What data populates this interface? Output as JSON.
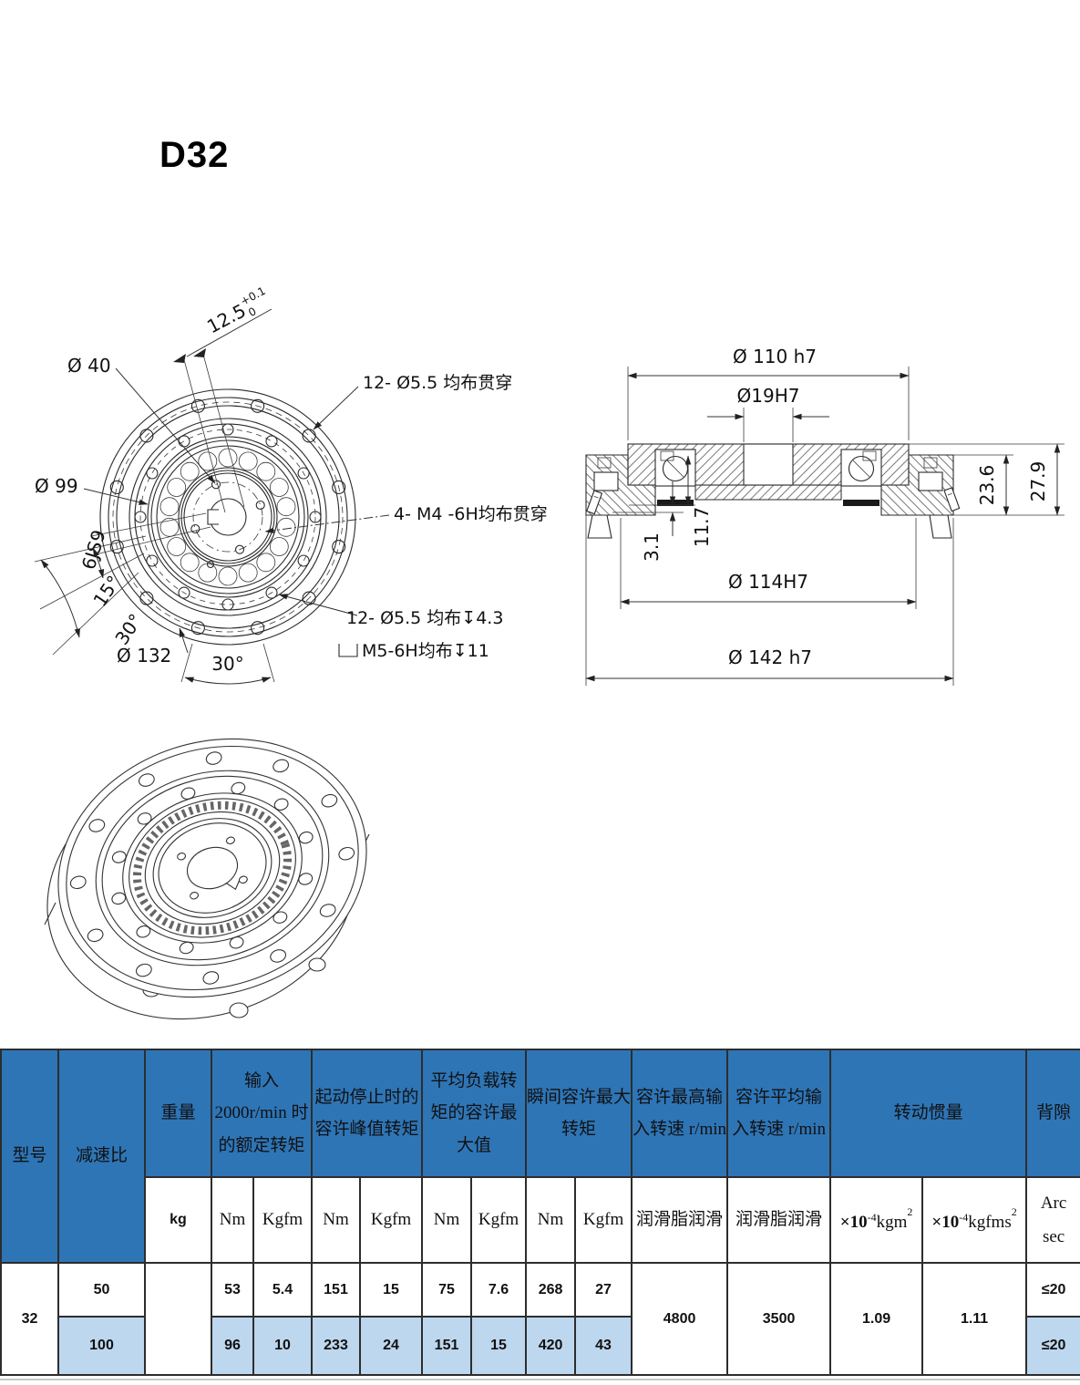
{
  "page": {
    "title": "D32"
  },
  "front_view": {
    "dim_12_5": {
      "main": "12.5",
      "upper": "+0.1",
      "lower": "0"
    },
    "dia_40": "Ø 40",
    "dia_99": "Ø 99",
    "key_width": "6JS9",
    "angle_15": "15°",
    "angle_30_left": "30°",
    "angle_30_bottom": "30°",
    "dia_132": "Ø 132",
    "note_through_holes": "12- Ø5.5 均布贯穿",
    "note_tapped_holes": "4- M4 -6H均布贯穿",
    "note_counterbore_holes": "12- Ø5.5 均布↧4.3",
    "note_m5_holes": "M5-6H均布↧11"
  },
  "section_view": {
    "dia_110": "Ø 110 h7",
    "dia_19": "Ø19H7",
    "dim_11_7": "11.7",
    "dim_3_1": "3.1",
    "dim_23_6": "23.6",
    "dim_27_9": "27.9",
    "dia_114": "Ø 114H7",
    "dia_142": "Ø 142 h7"
  },
  "table": {
    "headers": {
      "model": "型号",
      "ratio": "减速比",
      "weight": "重量",
      "rated_torque": "输入2000r/min 时的额定转矩",
      "startstop_torque": "起动停止时的容许峰值转矩",
      "avg_load_torque": "平均负载转矩的容许最大值",
      "momentary_torque": "瞬间容许最大转矩",
      "max_input_speed": "容许最高输入转速 r/min",
      "avg_input_speed": "容许平均输入转速 r/min",
      "inertia": "转动惯量",
      "backlash": "背隙"
    },
    "units": {
      "kg": "kg",
      "nm": "Nm",
      "kgfm": "Kgfm",
      "grease": "润滑脂润滑",
      "inertia_prefix": "×10",
      "inertia_exp": "-4",
      "inertia_unit_1": "kgm",
      "inertia_unit_2": "kgfms",
      "sup2": "2",
      "backlash_line1": "Arc",
      "backlash_line2": "sec"
    },
    "rows": {
      "model": "32",
      "weight": "",
      "r50": {
        "ratio": "50",
        "rated_nm": "53",
        "rated_kgfm": "5.4",
        "peak_nm": "151",
        "peak_kgfm": "15",
        "avg_nm": "75",
        "avg_kgfm": "7.6",
        "max_nm": "268",
        "max_kgfm": "27",
        "backlash": "≤20"
      },
      "r100": {
        "ratio": "100",
        "rated_nm": "96",
        "rated_kgfm": "10",
        "peak_nm": "233",
        "peak_kgfm": "24",
        "avg_nm": "151",
        "avg_kgfm": "15",
        "max_nm": "420",
        "max_kgfm": "43",
        "backlash": "≤20"
      },
      "shared": {
        "max_speed": "4800",
        "avg_speed": "3500",
        "inertia_kgm": "1.09",
        "inertia_kgfms": "1.11"
      }
    }
  },
  "colors": {
    "header_blue": "#2e75b6",
    "row_light_blue": "#bdd7ee",
    "line": "#2a2a2a"
  }
}
